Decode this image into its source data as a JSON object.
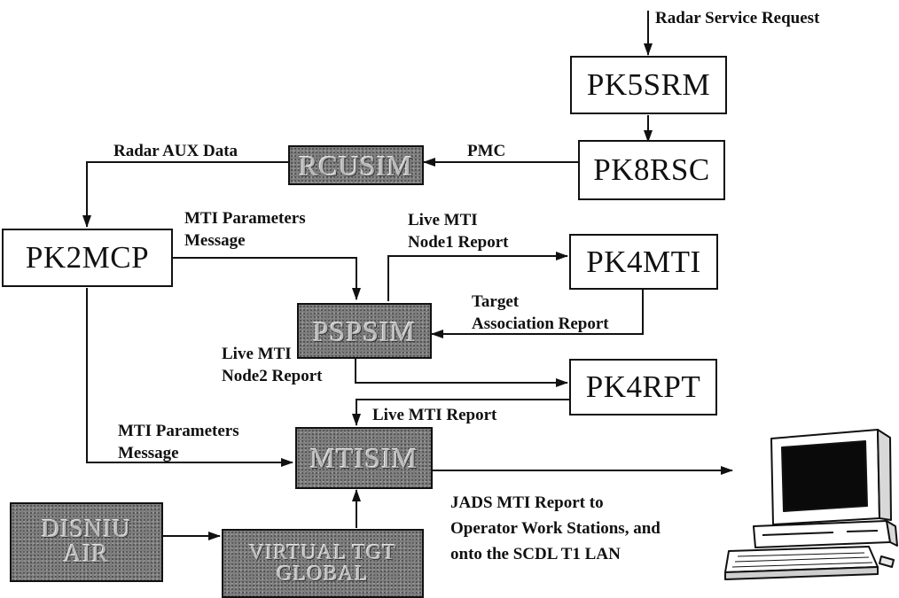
{
  "nodes": {
    "pk5srm": "PK5SRM",
    "pk8rsc": "PK8RSC",
    "rcusim": "RCUSIM",
    "pk2mcp": "PK2MCP",
    "pk4mti": "PK4MTI",
    "pspsim": "PSPSIM",
    "pk4rpt": "PK4RPT",
    "mtisim": "MTISIM",
    "disniu_line1": "DISNIU",
    "disniu_line2": "AIR",
    "virtual_tgt_line1": "VIRTUAL TGT",
    "virtual_tgt_line2": "GLOBAL"
  },
  "labels": {
    "radar_service_request": "Radar Service Request",
    "pmc": "PMC",
    "radar_aux_data": "Radar AUX Data",
    "mti_params_1_line1": "MTI Parameters",
    "mti_params_1_line2": "Message",
    "live_mti_node1_line1": "Live MTI",
    "live_mti_node1_line2": "Node1 Report",
    "target_assoc_line1": "Target",
    "target_assoc_line2": "Association Report",
    "live_mti_node2_line1": "Live MTI",
    "live_mti_node2_line2": "Node2 Report",
    "live_mti_report": "Live MTI Report",
    "mti_params_2_line1": "MTI Parameters",
    "mti_params_2_line2": "Message",
    "jads_line1": "JADS MTI Report to",
    "jads_line2": "Operator Work Stations, and",
    "jads_line3": "onto the SCDL T1 LAN"
  },
  "colors": {
    "line": "#111111",
    "dark_box": "#7d7d7d",
    "light_box": "#ffffff"
  },
  "icons": {
    "workstation": "computer-workstation-icon"
  }
}
